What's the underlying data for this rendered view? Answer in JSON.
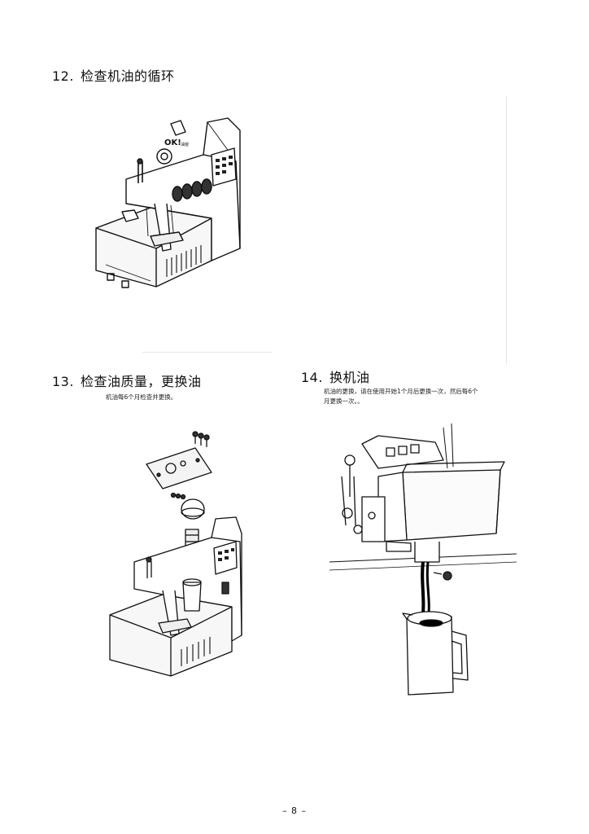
{
  "sections": [
    {
      "number": "12.",
      "title": "检查机油的循环",
      "note": ""
    },
    {
      "number": "13.",
      "title": "检查油质量，更换油",
      "note": "机油每6个月检查并更换。"
    },
    {
      "number": "14.",
      "title": "换机油",
      "note": "机油的更换，请在使用开始1个月后更换一次，然后每6个月更换一次。。"
    }
  ],
  "figure_labels": {
    "ok_label": "OK!",
    "ok_sub": "油窗"
  },
  "page_number": "– 8 –"
}
